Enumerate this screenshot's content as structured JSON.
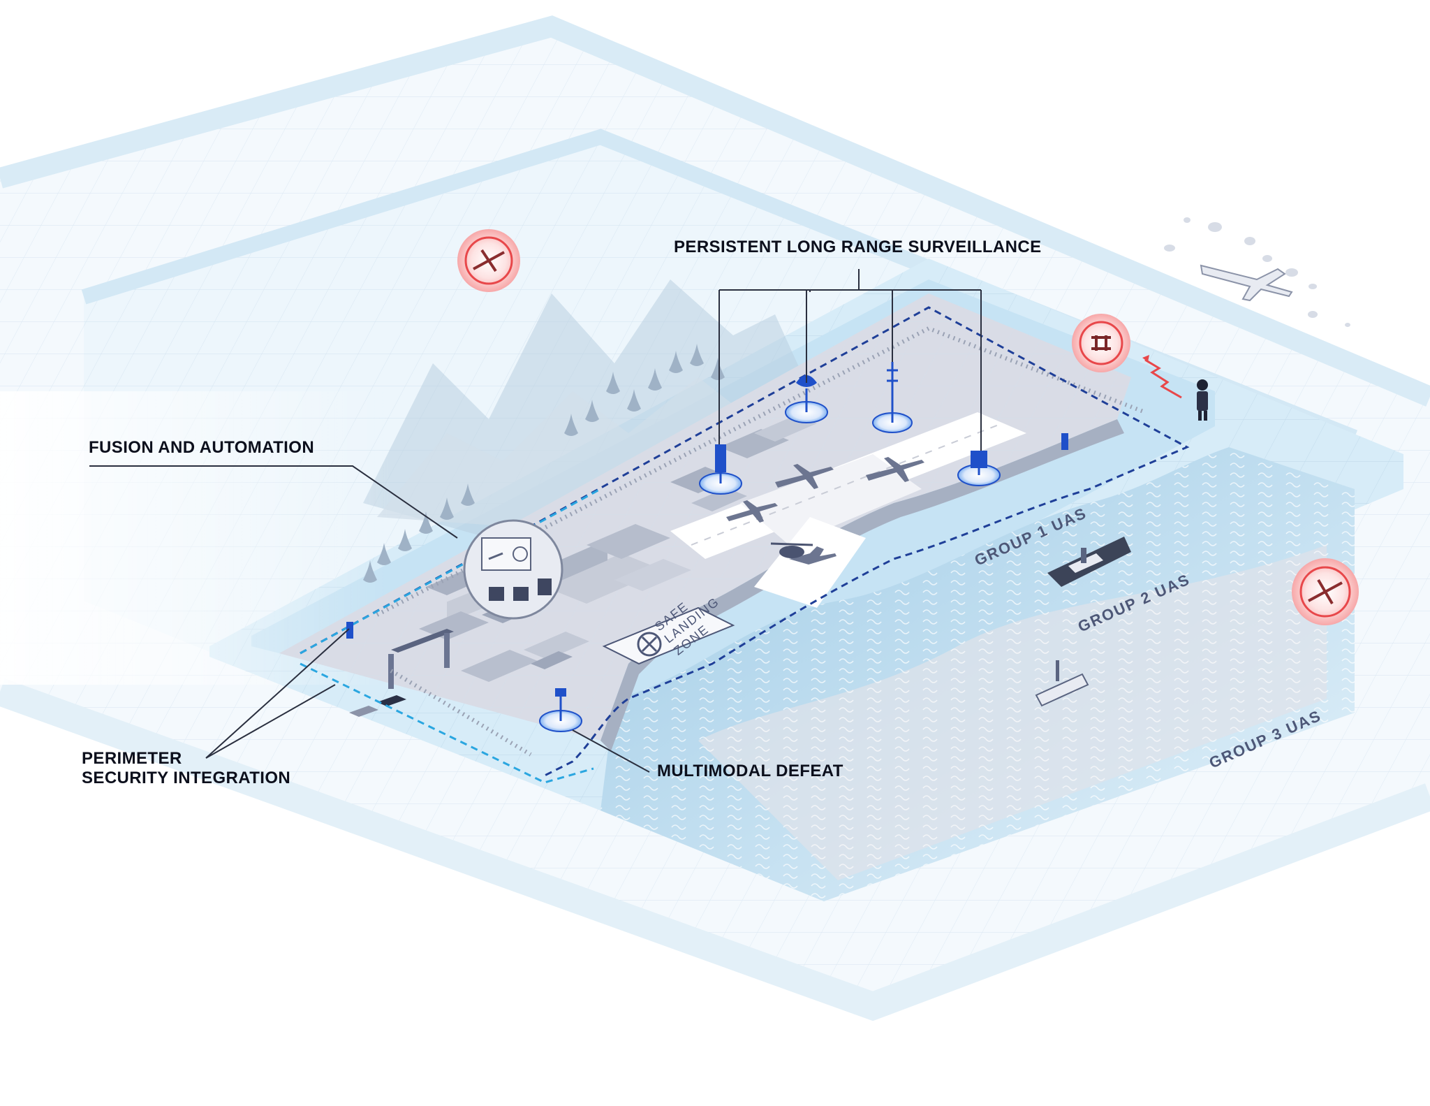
{
  "callouts": {
    "surveillance": "PERSISTENT LONG RANGE SURVEILLANCE",
    "fusion": "FUSION AND AUTOMATION",
    "perimeter_line1": "PERIMETER",
    "perimeter_line2": "SECURITY INTEGRATION",
    "defeat": "MULTIMODAL DEFEAT"
  },
  "zones": {
    "group1": "GROUP 1 UAS",
    "group2": "GROUP 2 UAS",
    "group3": "GROUP 3 UAS"
  },
  "landing_zone": {
    "line1": "SAFE",
    "line2": "LANDING",
    "line3": "ZONE"
  },
  "colors": {
    "zone_fill": "#d7ecf8",
    "ground": "#d9dce6",
    "runway": "#ffffff",
    "water": "#bfe0f2",
    "defense_blue": "#1f50c9",
    "perimeter_dash": "#2aa6e0",
    "threat_red": "#e8474a",
    "callout_line": "#2a2f3f",
    "text_dark": "#0c0f1c",
    "zone_label": "#4d5777"
  },
  "icons": [
    "drone-threat-icon",
    "radar-tower-icon",
    "antenna-icon",
    "airplane-icon",
    "helicopter-icon",
    "ship-icon",
    "operator-person-icon",
    "cloud-icon",
    "tree-icon"
  ]
}
